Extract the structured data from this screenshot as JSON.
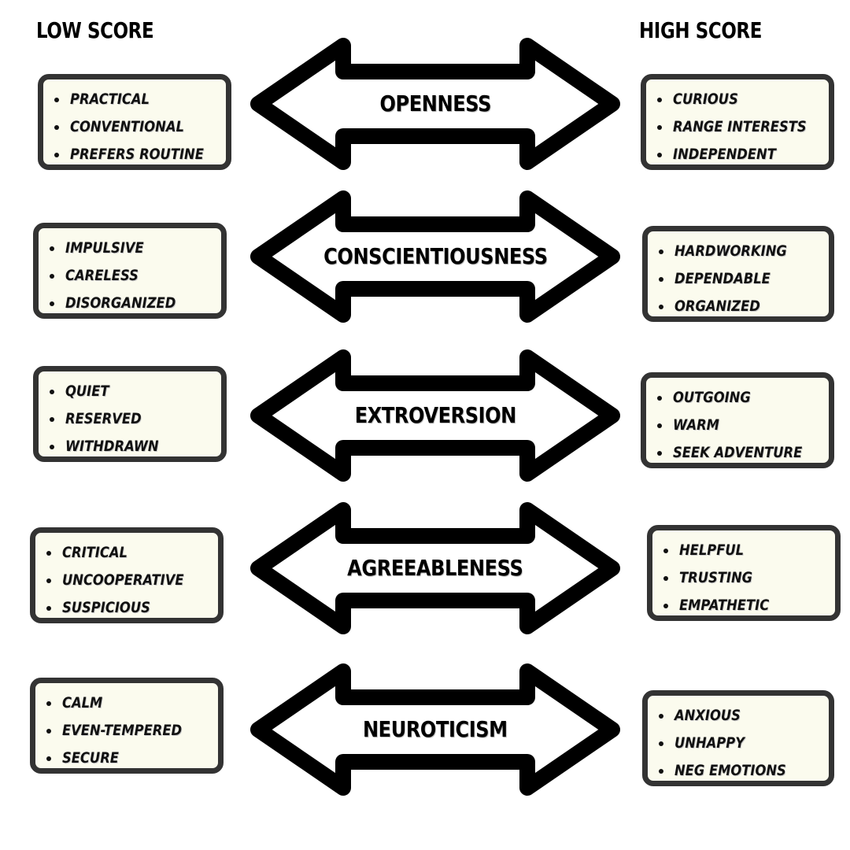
{
  "headers": {
    "low": "LOW SCORE",
    "high": "HIGH SCORE"
  },
  "traits": [
    {
      "name": "OPENNESS",
      "low": [
        "PRACTICAL",
        "CONVENTIONAL",
        "PREFERS ROUTINE"
      ],
      "high": [
        "CURIOUS",
        "RANGE INTERESTS",
        "INDEPENDENT"
      ]
    },
    {
      "name": "CONSCIENTIOUSNESS",
      "low": [
        "IMPULSIVE",
        "CARELESS",
        "DISORGANIZED"
      ],
      "high": [
        "HARDWORKING",
        "DEPENDABLE",
        "ORGANIZED"
      ]
    },
    {
      "name": "EXTROVERSION",
      "low": [
        "QUIET",
        "RESERVED",
        "WITHDRAWN"
      ],
      "high": [
        "OUTGOING",
        "WARM",
        "SEEK ADVENTURE"
      ]
    },
    {
      "name": "AGREEABLENESS",
      "low": [
        "CRITICAL",
        "UNCOOPERATIVE",
        "SUSPICIOUS"
      ],
      "high": [
        "HELPFUL",
        "TRUSTING",
        "EMPATHETIC"
      ]
    },
    {
      "name": "NEUROTICISM",
      "low": [
        "CALM",
        "EVEN-TEMPERED",
        "SECURE"
      ],
      "high": [
        "ANXIOUS",
        "UNHAPPY",
        "NEG EMOTIONS"
      ]
    }
  ],
  "colors": {
    "box_fill": "#fbfbee",
    "box_border": "#333333",
    "arrow_stroke": "#000000",
    "arrow_fill": "#ffffff"
  },
  "icons": {
    "connector": "double-headed-arrow"
  }
}
